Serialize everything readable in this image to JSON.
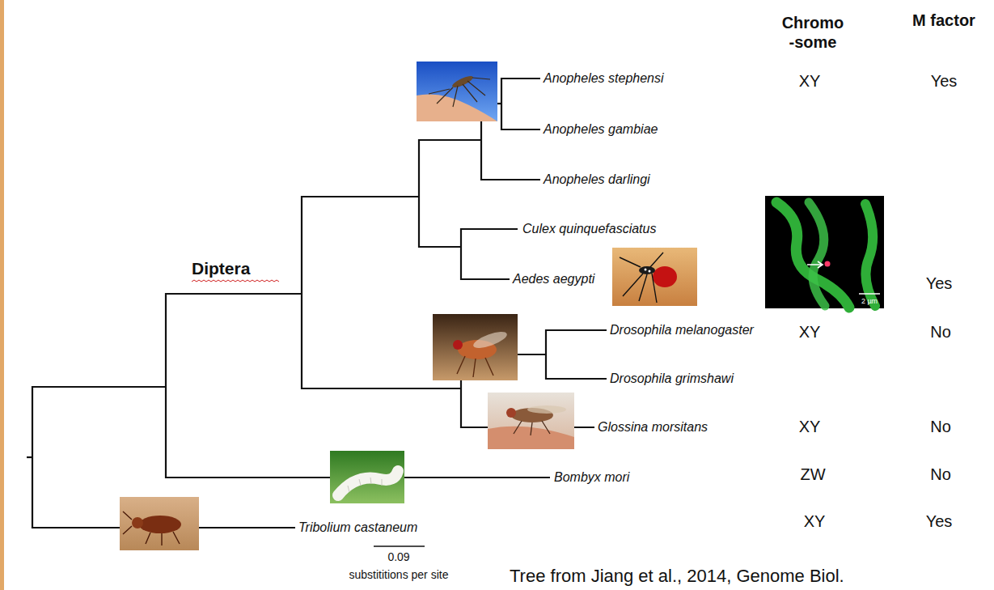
{
  "diagram": {
    "caption": "Tree from Jiang et al., 2014, Genome Biol.",
    "labels": [
      "Chromo -some",
      "M factor",
      "Anopheles stephensi",
      "XY",
      "Yes",
      "Anopheles gambiae",
      "Anopheles darlingi",
      "Culex quinquefasciatus",
      "Diptera",
      "Aedes aegypti",
      "Yes",
      "2 µm",
      "Drosophila melanogaster",
      "XY",
      "No",
      "Drosophila grimshawi",
      "Glossina morsitans",
      "XY",
      "No",
      "Bombyx mori",
      "ZW",
      "No",
      "Tribolium castaneum",
      "XY",
      "Yes",
      "0.09",
      "substititions per site"
    ]
  }
}
